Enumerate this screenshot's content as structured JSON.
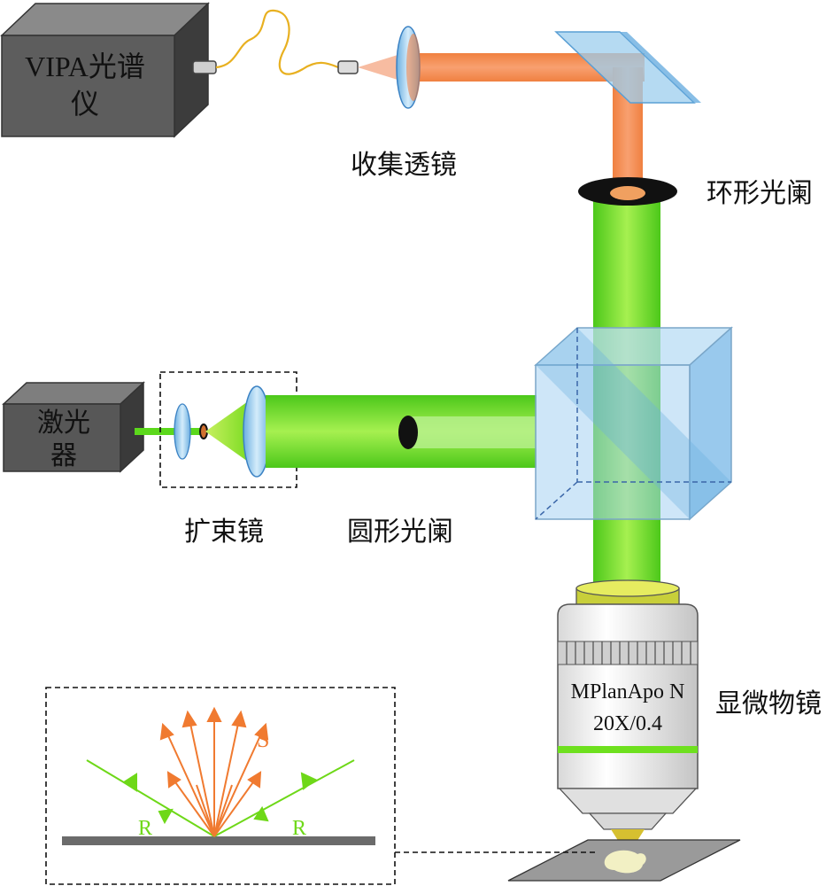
{
  "devices": {
    "spectrometer_line1": "VIPA光谱",
    "spectrometer_line2": "仪",
    "laser_line1": "激光",
    "laser_line2": "器"
  },
  "labels": {
    "collection_lens": "收集透镜",
    "annular_aperture": "环形光阑",
    "beam_expander": "扩束镜",
    "circular_aperture": "圆形光阑",
    "objective": "显微物镜"
  },
  "objective_text": {
    "line1": "MPlanApo N",
    "line2": "20X/0.4"
  },
  "inset": {
    "signal_label": "S",
    "reflect_left": "R",
    "reflect_right": "R"
  },
  "colors": {
    "green_beam": "#7fe020",
    "orange_beam": "#f08a4a",
    "glass": "#8fc4ea",
    "box_gray": "#5a5a5a"
  }
}
